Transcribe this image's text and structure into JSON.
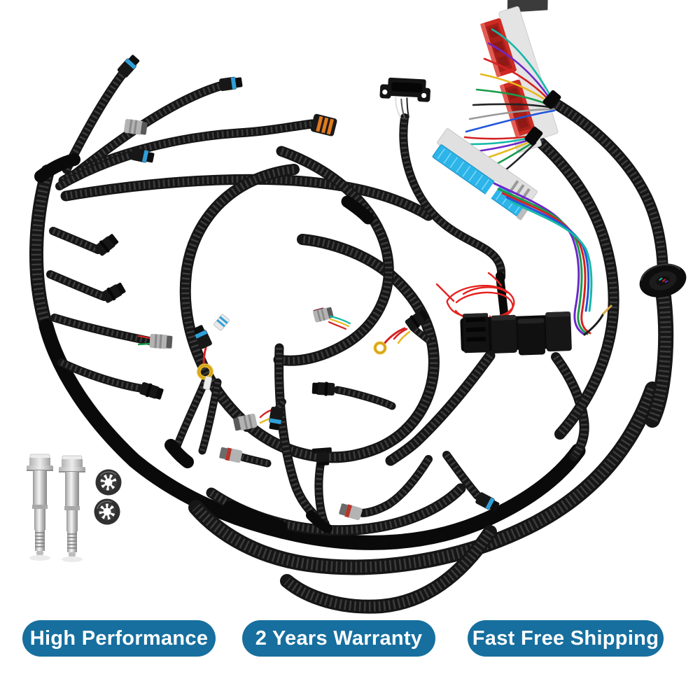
{
  "image": {
    "type": "product-photo",
    "subject": "engine-wiring-harness",
    "background_color": "#ffffff"
  },
  "badges": {
    "pill_color": "#166f9e",
    "text_color": "#ffffff",
    "items": [
      {
        "label": "High Performance"
      },
      {
        "label": "2 Years Warranty"
      },
      {
        "label": "Fast Free Shipping"
      }
    ]
  },
  "parts": [
    {
      "name": "corrugated-loom-tubing",
      "color": "#161616"
    },
    {
      "name": "pcm-connector-red",
      "color": "#ce2b23"
    },
    {
      "name": "pcm-connector-blue",
      "color": "#2db4e9"
    },
    {
      "name": "connector-seal-blue",
      "color": "#2f9fd8"
    },
    {
      "name": "sensor-connector-orange",
      "color": "#e07a1f"
    },
    {
      "name": "relay-fuse-block",
      "color": "#101010"
    },
    {
      "name": "red-wire-coil",
      "color": "#e42320"
    },
    {
      "name": "multicolor-wire-bundle",
      "color": "#6d28c9"
    },
    {
      "name": "firewall-grommet",
      "color": "#0d0d0d"
    },
    {
      "name": "ring-terminal-yellow",
      "color": "#e7b626"
    },
    {
      "name": "diagnostic-port-bracket",
      "color": "#141414"
    },
    {
      "name": "mounting-bolts",
      "color": "#c9c9c9"
    },
    {
      "name": "star-lock-washers",
      "color": "#2e2e2e"
    }
  ]
}
